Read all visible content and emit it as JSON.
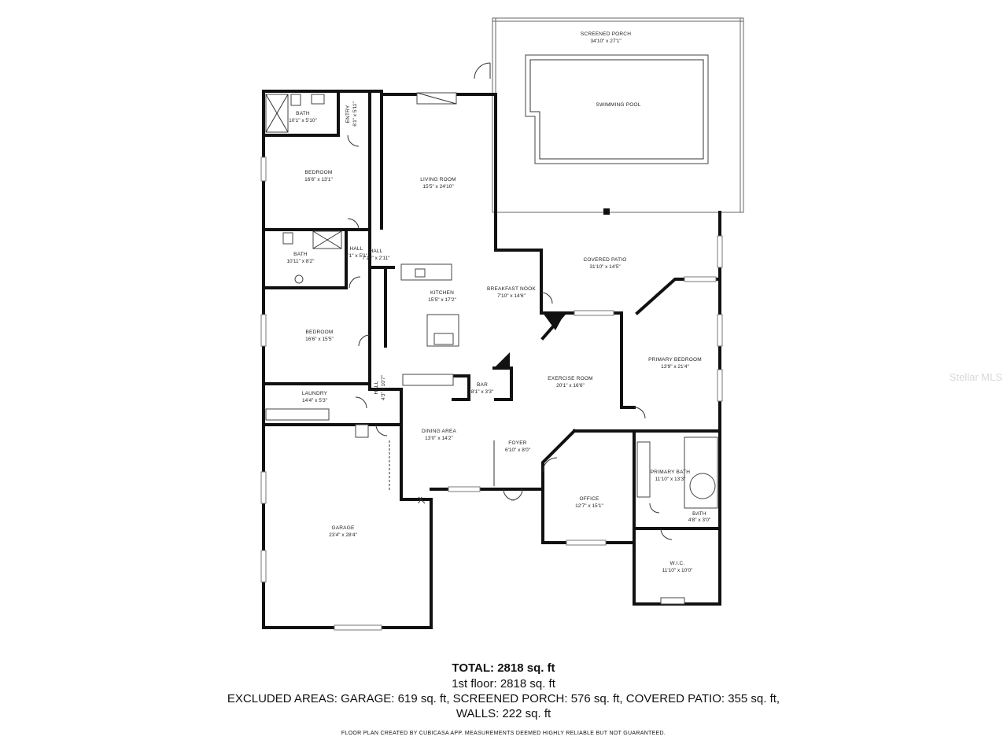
{
  "rooms": {
    "screened_porch": {
      "name": "SCREENED PORCH",
      "dim": "34'10\" x 27'1\""
    },
    "swimming_pool": {
      "name": "SWIMMING POOL"
    },
    "bath_top": {
      "name": "BATH",
      "dim": "10'1\" x 5'10\""
    },
    "entry": {
      "name": "ENTRY",
      "dim": "6'1\" x 5'11\""
    },
    "bedroom_top": {
      "name": "BEDROOM",
      "dim": "16'6\" x 13'1\""
    },
    "living_room": {
      "name": "LIVING ROOM",
      "dim": "15'5\" x 24'10\""
    },
    "hall_a": {
      "name": "HALL",
      "dim": "3'1\" x 5'1\""
    },
    "hall_b": {
      "name": "HALL",
      "dim": "7'10\" x 2'11\""
    },
    "bath_mid": {
      "name": "BATH",
      "dim": "10'11\" x 8'2\""
    },
    "covered_patio": {
      "name": "COVERED PATIO",
      "dim": "31'10\" x 14'5\""
    },
    "breakfast_nook": {
      "name": "BREAKFAST NOOK",
      "dim": "7'10\" x 14'6\""
    },
    "kitchen": {
      "name": "KITCHEN",
      "dim": "15'5\" x 17'2\""
    },
    "bedroom_mid": {
      "name": "BEDROOM",
      "dim": "16'6\" x 15'5\""
    },
    "primary_bedroom": {
      "name": "PRIMARY BEDROOM",
      "dim": "13'9\" x 21'4\""
    },
    "exercise_room": {
      "name": "EXERCISE ROOM",
      "dim": "20'1\" x 16'6\""
    },
    "bar": {
      "name": "BAR",
      "dim": "8'1\" x 3'3\""
    },
    "hall_c": {
      "name": "HALL",
      "dim": "4'3\" x 10'7\""
    },
    "laundry": {
      "name": "LAUNDRY",
      "dim": "14'4\" x 5'3\""
    },
    "dining_area": {
      "name": "DINING AREA",
      "dim": "13'0\" x 14'2\""
    },
    "foyer": {
      "name": "FOYER",
      "dim": "6'10\" x 8'0\""
    },
    "primary_bath": {
      "name": "PRIMARY BATH",
      "dim": "11'10\" x 13'3\""
    },
    "office": {
      "name": "OFFICE",
      "dim": "12'7\" x 15'1\""
    },
    "bath_small": {
      "name": "BATH",
      "dim": "4'8\" x 3'0\""
    },
    "garage": {
      "name": "GARAGE",
      "dim": "23'4\" x 28'4\""
    },
    "wic": {
      "name": "W.I.C.",
      "dim": "11'10\" x 10'0\""
    }
  },
  "summary": {
    "total": "TOTAL: 2818 sq. ft",
    "first_floor": "1st floor: 2818 sq. ft",
    "excluded_line1": "EXCLUDED AREAS: GARAGE: 619 sq. ft, SCREENED PORCH: 576 sq. ft, COVERED PATIO: 355 sq. ft,",
    "excluded_line2": "WALLS: 222 sq. ft",
    "disclaimer": "FLOOR PLAN CREATED BY CUBICASA APP. MEASUREMENTS DEEMED HIGHLY RELIABLE BUT NOT GUARANTEED."
  },
  "watermark": "Stellar MLS"
}
